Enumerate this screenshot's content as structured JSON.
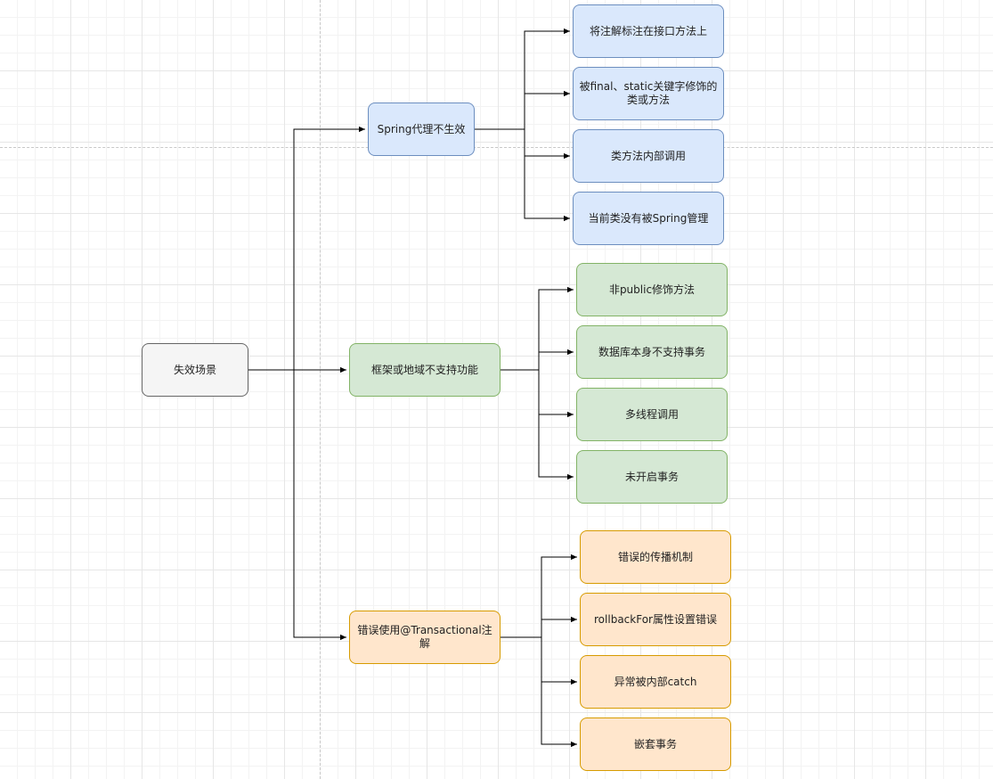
{
  "diagram": {
    "root": {
      "label": "失效场景",
      "fill": "#f5f5f5",
      "stroke": "#666666"
    },
    "branches": [
      {
        "label": "Spring代理不生效",
        "fill": "#dae8fc",
        "stroke": "#6c8ebf",
        "children": [
          "将注解标注在接口方法上",
          "被final、static关键字修饰的类或方法",
          "类方法内部调用",
          "当前类没有被Spring管理"
        ]
      },
      {
        "label": "框架或地域不支持功能",
        "fill": "#d5e8d4",
        "stroke": "#82b366",
        "children": [
          "非public修饰方法",
          "数据库本身不支持事务",
          "多线程调用",
          "未开启事务"
        ]
      },
      {
        "label": "错误使用@Transactional注解",
        "fill": "#ffe6cc",
        "stroke": "#d79b00",
        "children": [
          "错误的传播机制",
          "rollbackFor属性设置错误",
          "异常被内部catch",
          "嵌套事务"
        ]
      }
    ],
    "edge_color": "#000000"
  }
}
